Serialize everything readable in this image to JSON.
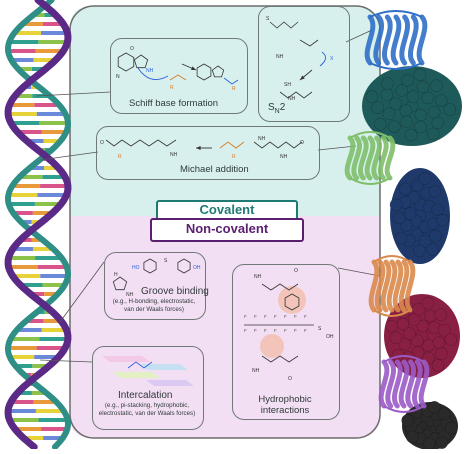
{
  "categories": {
    "covalent": "Covalent",
    "non_covalent": "Non-covalent"
  },
  "mechanisms": {
    "schiff": {
      "label": "Schiff base formation"
    },
    "sn2": {
      "label_main": "S",
      "label_sub": "N",
      "label_tail": "2"
    },
    "michael": {
      "label": "Michael addition"
    },
    "groove": {
      "title": "Groove binding",
      "detail": "(e.g., H-bonding, electrostatic, van der Waals forces)"
    },
    "intercalation": {
      "title": "Intercalation",
      "detail": "(e.g., pi-stacking, hydrophobic, electrostatic, van der Waals forces)"
    },
    "hydrophobic": {
      "title": "Hydrophobic interactions"
    }
  },
  "chem": {
    "schiff_R": "R",
    "schiff_product_R": "R",
    "michael_R": "R",
    "michael_R2": "R",
    "sn2_X": "X",
    "sn2_SH": "SH",
    "sn2_S": "S",
    "NH": "NH",
    "NH2": "NH",
    "OH": "OH",
    "HO": "HO",
    "O": "O",
    "S": "S",
    "F": "F",
    "N": "N",
    "H": "H"
  },
  "colors": {
    "covalent_bg": "#d7f0ee",
    "noncovalent_bg": "#f3dff3",
    "covalent_text": "#1e7a72",
    "noncovalent_text": "#5a1f6e",
    "dna_purple": "#5a2a86",
    "dna_teal": "#2f8f87",
    "protein_blue": "#2f6fc7",
    "protein_green": "#7fbf6a",
    "protein_orange": "#d98a4b",
    "protein_purple": "#9a5bc7",
    "blob_teal": "#1f5a5a",
    "blob_navy": "#1f3a6a",
    "blob_maroon": "#8a1f44",
    "blob_dark": "#2a2a2a"
  }
}
